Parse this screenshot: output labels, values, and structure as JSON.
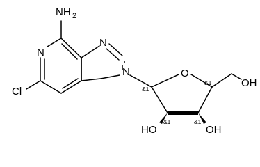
{
  "molecule": {
    "atoms": {
      "amino": "NH",
      "amino_sub": "2",
      "n_pyridine": "N",
      "n_imidazole_top": "N",
      "n_imidazole_glycosidic": "N",
      "chlorine": "Cl",
      "ring_oxygen": "O",
      "hydroxymethyl_oh": "OH",
      "hydroxyl_c2": "HO",
      "hydroxyl_c3": "OH"
    },
    "stereo_labels": {
      "c1": "&1",
      "c4": "&1",
      "c2": "&1",
      "c3": "&1"
    }
  }
}
